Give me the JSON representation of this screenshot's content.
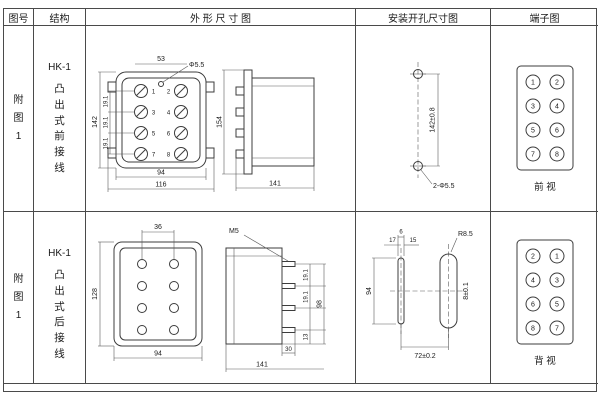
{
  "header": {
    "fig": "图号",
    "struct": "结构",
    "outline": "外 形 尺 寸 图",
    "mounting": "安装开孔尺寸图",
    "terminal": "端子图"
  },
  "row1": {
    "fig": "附图1",
    "model": "HK-1",
    "desc": "凸出式前接线",
    "outline": {
      "dim_top": "53",
      "dim_hole": "Φ5.5",
      "dim_height": "142",
      "pitch": "19.1",
      "dim_inner_width": "94",
      "dim_outer_width": "116",
      "dim_side_height": "154",
      "dim_side_width": "141",
      "terminals": [
        "1",
        "2",
        "3",
        "4",
        "5",
        "6",
        "7",
        "8"
      ]
    },
    "mounting": {
      "dim_height": "142±0.8",
      "dim_holes": "2-Φ5.5"
    },
    "terminal": {
      "numbers": [
        "1",
        "2",
        "3",
        "4",
        "5",
        "6",
        "7",
        "8"
      ],
      "view": "前 视"
    }
  },
  "row2": {
    "fig": "附图1",
    "model": "HK-1",
    "desc": "凸出式后接线",
    "outline": {
      "dim_top": "36",
      "dim_height": "128",
      "dim_width": "94",
      "screw": "M5",
      "dim_stud_zone": "98",
      "pitch": "19.1",
      "dim_tail": "13",
      "dim_stud_len": "30",
      "dim_side_width": "141"
    },
    "mounting": {
      "dim_a": "17",
      "dim_b": "6",
      "dim_c": "15",
      "dim_height": "94",
      "dim_radius": "R8.5",
      "dim_slot": "8±0.1",
      "dim_span": "72±0.2"
    },
    "terminal": {
      "numbers": [
        "2",
        "1",
        "4",
        "3",
        "6",
        "5",
        "8",
        "7"
      ],
      "view": "背 视"
    }
  }
}
